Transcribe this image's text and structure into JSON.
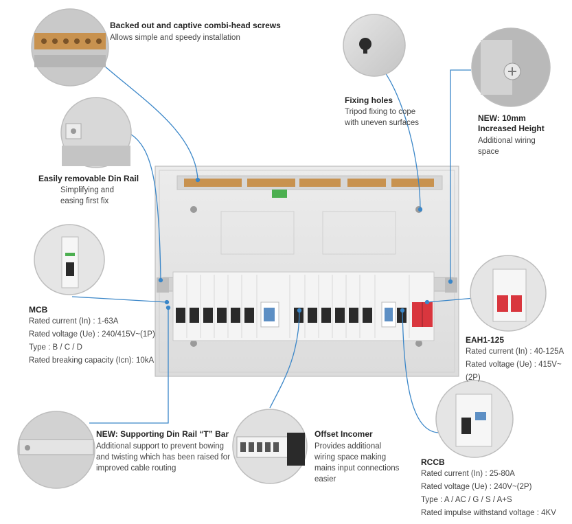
{
  "callouts": {
    "screws": {
      "title": "Backed out and captive combi-head screws",
      "desc": "Allows simple and speedy installation"
    },
    "fixing": {
      "title": "Fixing holes",
      "lines": [
        "Tripod fixing to cope",
        "with uneven surfaces"
      ]
    },
    "height": {
      "title_lines": [
        "NEW: 10mm",
        "Increased Height"
      ],
      "desc_lines": [
        "Additional wiring",
        "space"
      ]
    },
    "dinrail": {
      "title": "Easily removable Din Rail",
      "desc_lines": [
        "Simplifying and",
        "easing first fix"
      ]
    },
    "mcb": {
      "title": "MCB",
      "specs": [
        "Rated current (In) : 1-63A",
        "Rated voltage (Ue) : 240/415V~(1P)",
        "Type : B / C / D",
        "Rated breaking capacity (Icn): 10kA"
      ]
    },
    "eah": {
      "title": "EAH1-125",
      "specs": [
        "Rated current (In) : 40-125A",
        "Rated voltage (Ue) : 415V~(2P)"
      ]
    },
    "tbar": {
      "title": "NEW: Supporting Din Rail “T” Bar",
      "lines": [
        "Additional support to prevent bowing",
        "and twisting which has been raised for",
        "improved cable routing"
      ]
    },
    "incomer": {
      "title": "Offset Incomer",
      "lines": [
        "Provides additional",
        "wiring space making",
        "mains input connections",
        "easier"
      ]
    },
    "rccb": {
      "title": "RCCB",
      "specs": [
        "Rated current (In) : 25-80A",
        "Rated voltage (Ue) : 240V~(2P)",
        "Type : A / AC / G / S / A+S",
        "Rated impulse withstand voltage : 4KV"
      ]
    }
  },
  "colors": {
    "leader": "#3a86c8",
    "enclosure": "#e4e4e4",
    "rail": "#cfcfcf",
    "breaker": "#f2f2f2",
    "toggle": "#2a2a2a",
    "red_toggle": "#d9363e",
    "blue_window": "#5d8fc4"
  }
}
